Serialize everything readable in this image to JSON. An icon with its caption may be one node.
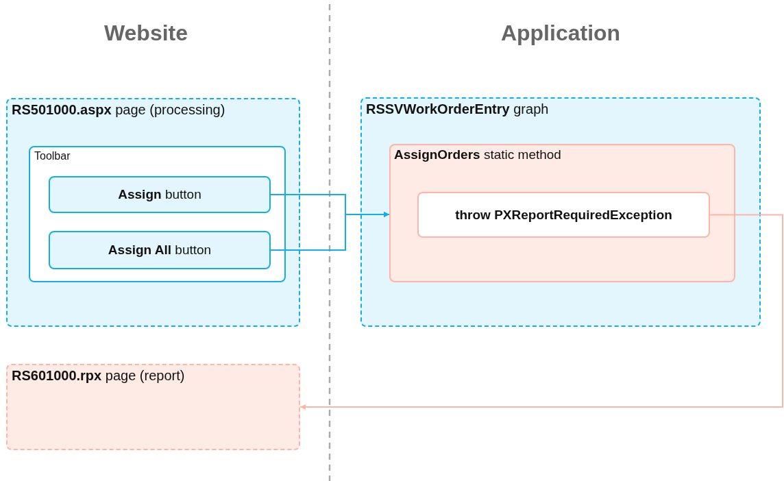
{
  "diagram": {
    "nodes": [
      {
        "text": [
          "**RS501000.aspx** page (processing)"
        ]
      },
      {
        "text": [
          "Toolbar"
        ],
        "in": 0
      },
      {
        "text": [
          "**Assign** button"
        ],
        "in": 1
      },
      {
        "text": [
          "**Assign All** button"
        ],
        "in": 1
      },
      {
        "text": [
          "**RSSVWorkOrderEntry** graph"
        ]
      },
      {
        "text": [
          "**AssignOrders** static method"
        ],
        "in": 4
      },
      {
        "text": [
          "throw PXReportRequiredException"
        ],
        "in": 5
      },
      {
        "text": [
          "**RS601000.rpx** page (report)"
        ]
      }
    ],
    "edges": [
      {
        "from": 2,
        "to": 5,
        "arrow": "to"
      },
      {
        "from": 3,
        "to": 5,
        "arrow": "to"
      },
      {
        "from": 6,
        "to": 7,
        "arrow": "to",
        "color": "#ffb4a8"
      }
    ],
    "labels": [
      "Website",
      "Application"
    ]
  }
}
